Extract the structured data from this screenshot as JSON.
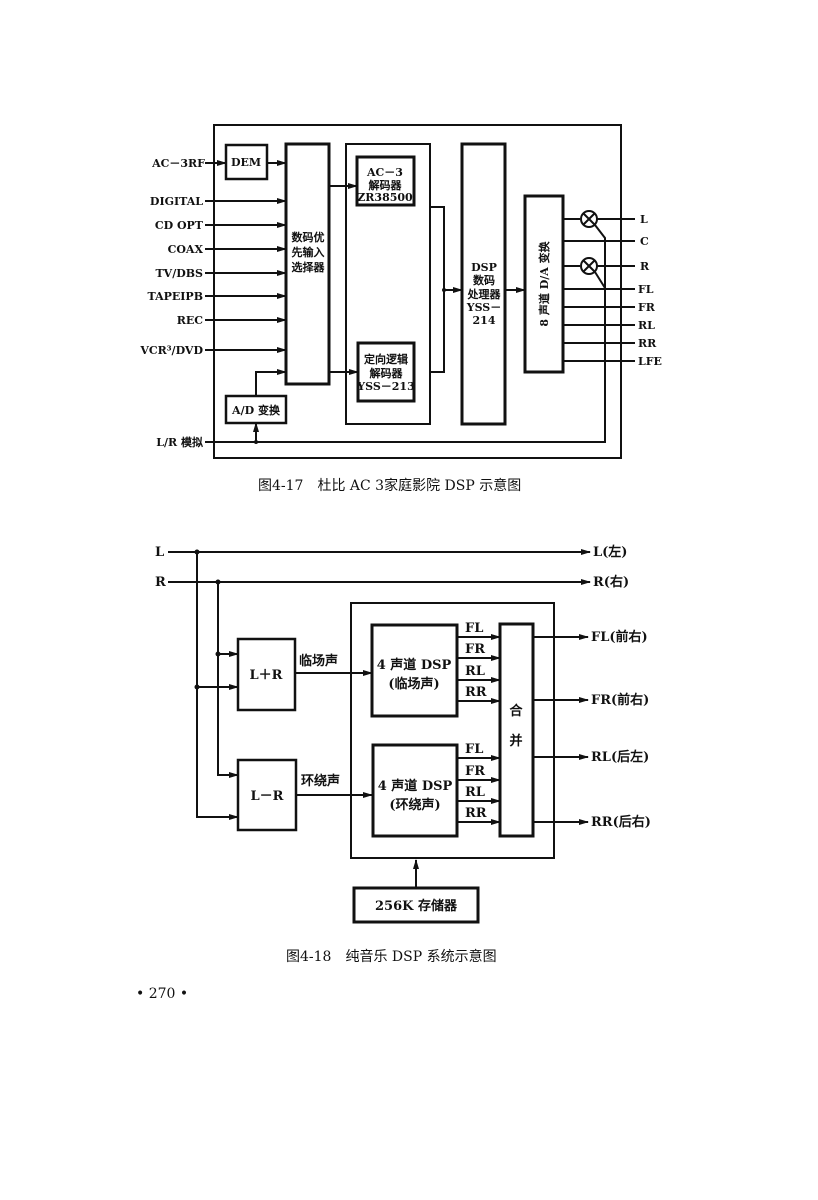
{
  "figure1": {
    "inputs": [
      "AC－3RF",
      "DIGITAL",
      "CD OPT",
      "COAX",
      "TV/DBS",
      "TAPEIPB",
      "REC",
      "VCR³/DVD",
      "L/R 模拟"
    ],
    "dem": "DEM",
    "selector": [
      "数码优",
      "先输入",
      "选择器"
    ],
    "ad": "A/D 变换",
    "ac3_decoder": [
      "AC－3",
      "解码器",
      "ZR38500"
    ],
    "logic_decoder": [
      "定向逻辑",
      "解码器",
      "YSS－213"
    ],
    "dsp": [
      "DSP",
      "数码",
      "处理器",
      "YSS－",
      "214"
    ],
    "da": "8 声道 D/A 变换",
    "outputs": [
      "L",
      "C",
      "R",
      "FL",
      "FR",
      "RL",
      "RR",
      "LFE"
    ],
    "caption": "图4-17　杜比 AC 3家庭影院 DSP 示意图"
  },
  "figure2": {
    "inputs": [
      "L",
      "R"
    ],
    "bypass_outputs": [
      "L(左)",
      "R(右)"
    ],
    "sum_block": "L＋R",
    "diff_block": "L－R",
    "sum_label": "临场声",
    "diff_label": "环绕声",
    "dsp_a": [
      "4 声道 DSP",
      "(临场声)"
    ],
    "dsp_b": [
      "4 声道 DSP",
      "(环绕声)"
    ],
    "channels": [
      "FL",
      "FR",
      "RL",
      "RR"
    ],
    "merge": [
      "合",
      "并"
    ],
    "outputs": [
      "FL(前右)",
      "FR(前右)",
      "RL(后左)",
      "RR(后右)"
    ],
    "memory": "256K 存储器",
    "caption": "图4-18　纯音乐 DSP 系统示意图"
  },
  "page_number": "• 270 •"
}
